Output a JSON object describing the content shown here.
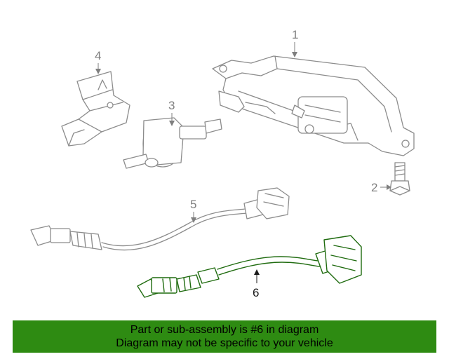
{
  "diagram": {
    "callouts": [
      {
        "label": "1",
        "part": "control-module",
        "highlighted": false
      },
      {
        "label": "2",
        "part": "bolt",
        "highlighted": false
      },
      {
        "label": "3",
        "part": "vent-valve",
        "highlighted": false
      },
      {
        "label": "4",
        "part": "mounting-bracket",
        "highlighted": false
      },
      {
        "label": "5",
        "part": "upstream-oxygen-sensor",
        "highlighted": false
      },
      {
        "label": "6",
        "part": "downstream-oxygen-sensor",
        "highlighted": true
      }
    ],
    "colors": {
      "line_art": "#8c8c8c",
      "highlight": "#1f6b0f",
      "banner": "#2e8b12"
    }
  },
  "banner": {
    "line1": "Part or sub-assembly is #6 in diagram",
    "line2": "Diagram may not be specific to your vehicle"
  }
}
